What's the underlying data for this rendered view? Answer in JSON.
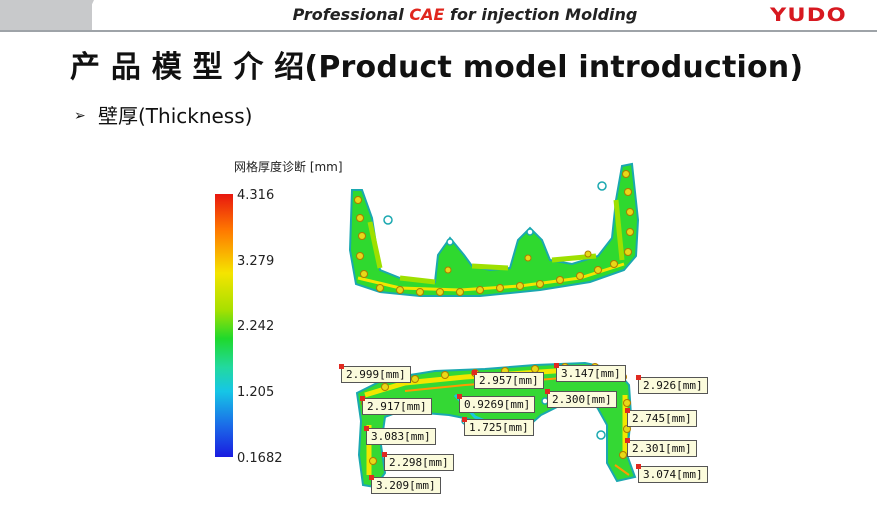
{
  "header": {
    "title_pre": "Professional ",
    "title_accent": "CAE",
    "title_post": " for injection Molding",
    "logo": "YUDO",
    "accent_color": "#e0261d"
  },
  "page": {
    "title": "产 品 模 型 介 绍(Product model introduction)",
    "bullet_marker": "➢",
    "bullet_text": "壁厚(Thickness)"
  },
  "legend": {
    "title": "网格厚度诊断 [mm]",
    "ticks": [
      "4.316",
      "3.279",
      "2.242",
      "1.205",
      "0.1682"
    ]
  },
  "measurements": [
    "2.999[mm]",
    "2.957[mm]",
    "3.147[mm]",
    "2.926[mm]",
    "2.917[mm]",
    "0.9269[mm]",
    "2.300[mm]",
    "2.745[mm]",
    "1.725[mm]",
    "3.083[mm]",
    "2.301[mm]",
    "2.298[mm]",
    "3.074[mm]",
    "3.209[mm]"
  ]
}
